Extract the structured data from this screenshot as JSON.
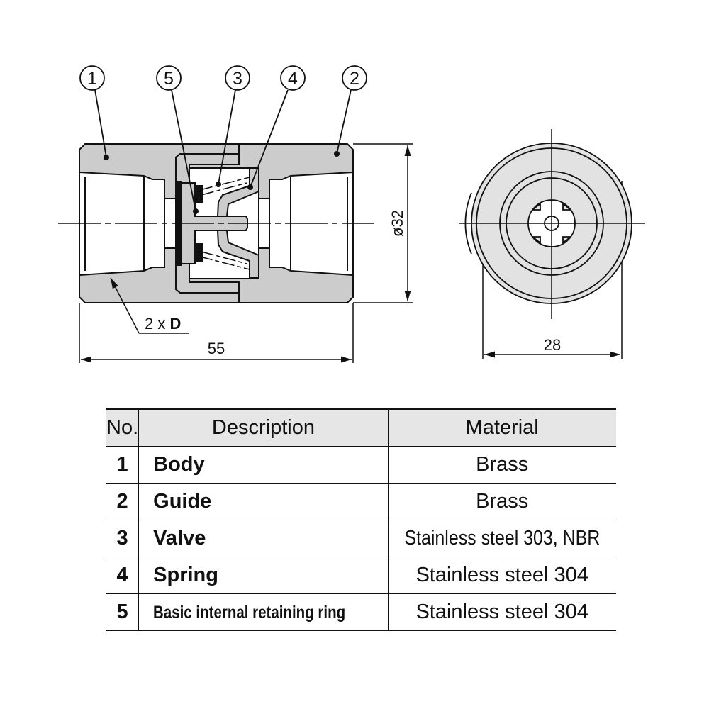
{
  "drawing": {
    "callouts": [
      "1",
      "5",
      "3",
      "4",
      "2"
    ],
    "dim_diameter": "ø32",
    "dim_length": "55",
    "dim_width": "28",
    "thread_label_prefix": "2 x ",
    "thread_label_symbol": "D"
  },
  "table": {
    "headers": {
      "no": "No.",
      "description": "Description",
      "material": "Material"
    },
    "rows": [
      {
        "no": "1",
        "description": "Body",
        "material": "Brass"
      },
      {
        "no": "2",
        "description": "Guide",
        "material": "Brass"
      },
      {
        "no": "3",
        "description": "Valve",
        "material": "Stainless steel 303, NBR"
      },
      {
        "no": "4",
        "description": "Spring",
        "material": "Stainless steel 304"
      },
      {
        "no": "5",
        "description": "Basic internal retaining ring",
        "material": "Stainless steel 304"
      }
    ]
  }
}
